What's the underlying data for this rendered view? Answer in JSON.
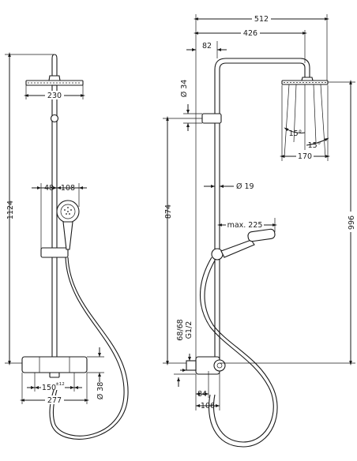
{
  "dimensions": {
    "overall_height": "1124",
    "head_width_front": "230",
    "hand_offset": "48",
    "hand_width": "108",
    "spout_distance": "150",
    "spout_tolerance": "±12",
    "mixer_width": "277",
    "mixer_depth_front": "Ø 38",
    "total_projection": "512",
    "arm_projection": "426",
    "wall_clearance": "82",
    "rail_diameter_34": "Ø 34",
    "rail_diameter_19": "Ø 19",
    "head_height_side": "996",
    "slider_travel": "874",
    "hand_max_reach": "max. 225",
    "tilt_left": "15°",
    "tilt_right": "15°",
    "head_diameter": "170",
    "connection_spacing": "68/68",
    "thread": "G1/2",
    "mixer_depth_84": "84",
    "mixer_depth_106": "106"
  }
}
